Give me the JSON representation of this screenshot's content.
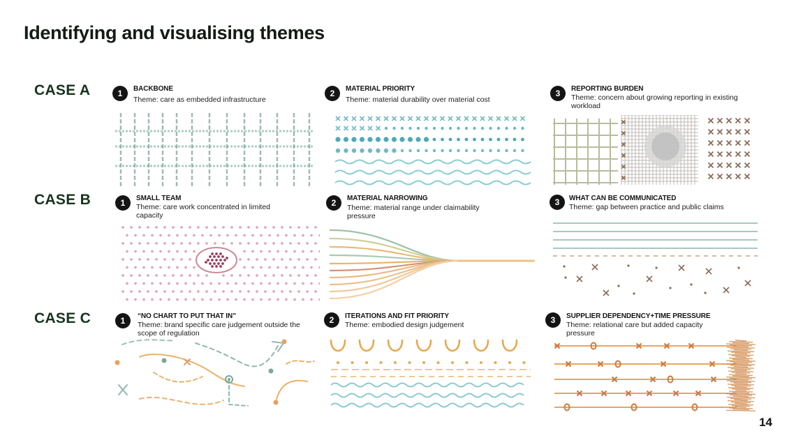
{
  "title": "Identifying and visualising themes",
  "page_number": "14",
  "cases": [
    {
      "label": "CASE A",
      "panels": [
        {
          "number": "1",
          "title": "BACKBONE",
          "theme": "Theme: care as embedded infrastructure"
        },
        {
          "number": "2",
          "title": "MATERIAL PRIORITY",
          "theme": "Theme: material durability over material cost"
        },
        {
          "number": "3",
          "title": "REPORTING BURDEN",
          "theme": "Theme: concern about growing reporting in existing workload"
        }
      ]
    },
    {
      "label": "CASE B",
      "panels": [
        {
          "number": "1",
          "title": "SMALL TEAM",
          "theme": "Theme: care work concentrated in limited capacity"
        },
        {
          "number": "2",
          "title": "MATERIAL NARROWING",
          "theme": "Theme: material range under claimability pressure"
        },
        {
          "number": "3",
          "title": "WHAT CAN BE COMMUNICATED",
          "theme": "Theme: gap between practice and public claims"
        }
      ]
    },
    {
      "label": "CASE C",
      "panels": [
        {
          "number": "1",
          "title": "“NO CHART TO PUT THAT IN”",
          "theme": "Theme: brand specific care judgement outside the scope of regulation"
        },
        {
          "number": "2",
          "title": "ITERATIONS AND FIT PRIORITY",
          "theme": "Theme: embodied design judgement"
        },
        {
          "number": "3",
          "title": "SUPPLIER DEPENDENCY+TIME PRESSURE",
          "theme": "Theme: relational care but added capacity pressure"
        }
      ]
    }
  ],
  "colors": {
    "green": "#7fb0a0",
    "teal": "#5fb6c4",
    "pink": "#d9899e",
    "maroon": "#9a3a5a",
    "orange": "#e3a45a",
    "olive": "#9aa37a",
    "brown": "#8a6a58",
    "copper": "#d08848"
  }
}
